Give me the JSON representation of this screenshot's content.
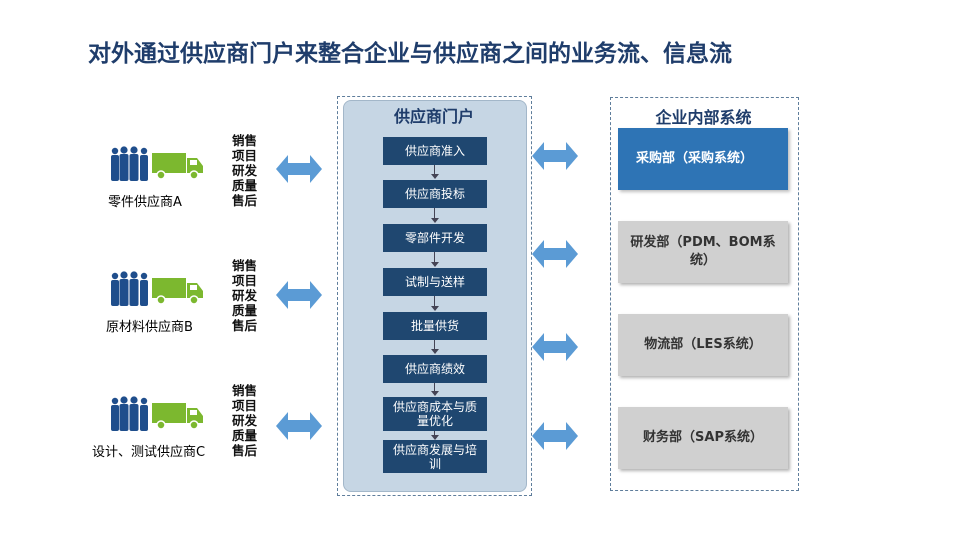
{
  "title": "对外通过供应商门户来整合企业与供应商之间的业务流、信息流",
  "flows": [
    "销售",
    "项目",
    "研发",
    "质量",
    "售后"
  ],
  "suppliers": [
    {
      "name": "零件供应商A"
    },
    {
      "name": "原材料供应商B"
    },
    {
      "name": "设计、测试供应商C"
    }
  ],
  "portal": {
    "title": "供应商门户",
    "steps": [
      "供应商准入",
      "供应商投标",
      "零部件开发",
      "试制与送样",
      "批量供货",
      "供应商绩效",
      "供应商成本与质量优化",
      "供应商发展与培训"
    ]
  },
  "internal": {
    "title": "企业内部系统",
    "depts": [
      {
        "label": "采购部（采购系统）",
        "active": true
      },
      {
        "label": "研发部（PDM、BOM系统）",
        "active": false
      },
      {
        "label": "物流部（LES系统）",
        "active": false
      },
      {
        "label": "财务部（SAP系统）",
        "active": false
      }
    ]
  },
  "colors": {
    "title": "#1f3d6b",
    "step_bg": "#1f4770",
    "dept_active": "#2e74b5",
    "dept_inactive": "#d0d0d0",
    "arrow": "#5b9bd5",
    "people": "#1f4e8c",
    "truck": "#7cb82f"
  }
}
